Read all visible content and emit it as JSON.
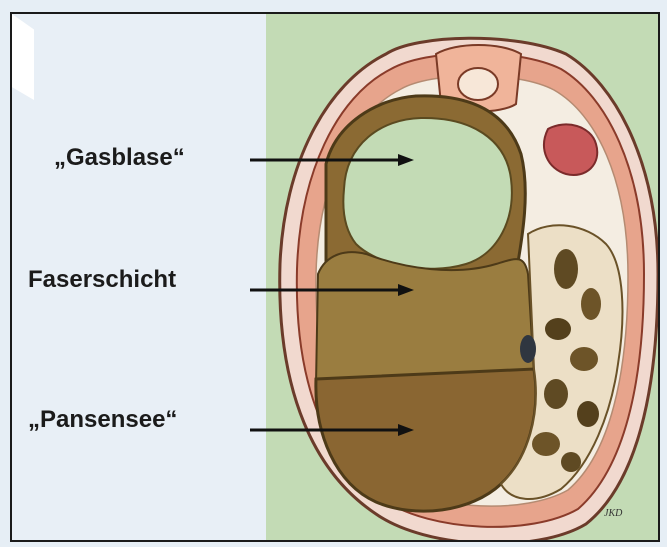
{
  "labels": {
    "gas_bubble": "„Gasblase“",
    "fiber_layer": "Faserschicht",
    "rumen_lake": "„Pansensee“"
  },
  "signature": "JKD"
}
